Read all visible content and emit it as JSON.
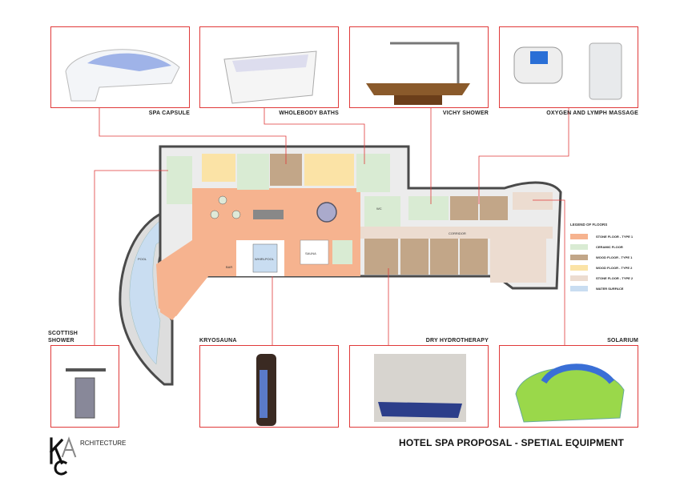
{
  "sheet_title": "HOTEL SPA PROPOSAL - SPETIAL EQUIPMENT",
  "logo": {
    "letters": "KCA",
    "text": "RCHITECTURE"
  },
  "equipment": [
    {
      "id": "spa-capsule",
      "label": "SPA CAPSULE"
    },
    {
      "id": "wholebody-baths",
      "label": "WHOLEBODY BATHS"
    },
    {
      "id": "vichy-shower",
      "label": "VICHY SHOWER"
    },
    {
      "id": "oxygen-lymph",
      "label": "OXYGEN AND LYMPH MASSAGE"
    },
    {
      "id": "scottish-shower",
      "label": "SCOTTISH\nSHOWER"
    },
    {
      "id": "kryosauna",
      "label": "KRYOSAUNA"
    },
    {
      "id": "dry-hydrotherapy",
      "label": "DRY HYDROTHERAPY"
    },
    {
      "id": "solarium",
      "label": "SOLARIUM"
    }
  ],
  "legend": {
    "title": "LEGEND OF FLOORS",
    "items": [
      {
        "label": "STONE FLOOR - TYPE 1",
        "color": "#f6b38f"
      },
      {
        "label": "CERAMIC FLOOR",
        "color": "#d9ebd3"
      },
      {
        "label": "WOOD FLOOR - TYPE 1",
        "color": "#c2a688"
      },
      {
        "label": "WOOD FLOOR - TYPE 2",
        "color": "#fbe3a6"
      },
      {
        "label": "STONE FLOOR - TYPE 2",
        "color": "#ecdcd0"
      },
      {
        "label": "WATER SURFACE",
        "color": "#c9ddf1"
      }
    ]
  },
  "plan_labels": {
    "pool": "POOL",
    "whirlpool": "WHIRLPOOL",
    "bar": "BAR",
    "sauna": "SAUNA",
    "wc": "WC",
    "corridor": "CORRIDOR"
  },
  "colors": {
    "frame": "#e03a3a",
    "wall": "#4a4a4a"
  }
}
